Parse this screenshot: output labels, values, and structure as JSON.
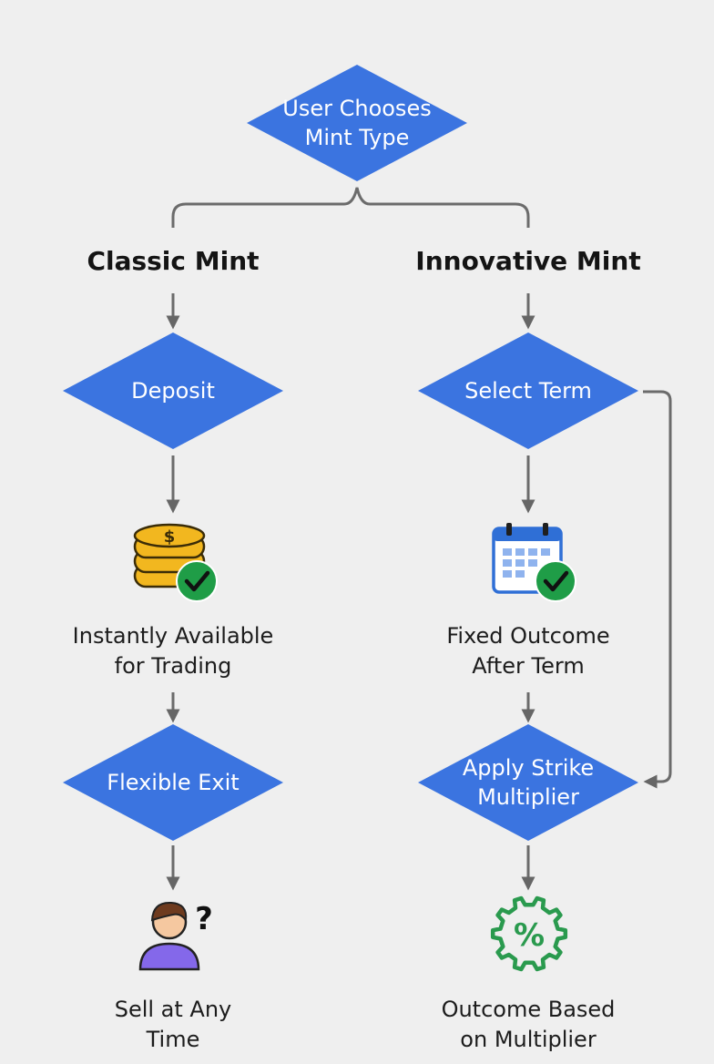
{
  "root": {
    "label_line1": "User Chooses",
    "label_line2": "Mint Type"
  },
  "branches": {
    "classic": {
      "title": "Classic Mint",
      "step1": "Deposit",
      "result1_line1": "Instantly Available",
      "result1_line2": "for Trading",
      "step2": "Flexible Exit",
      "result2_line1": "Sell at Any",
      "result2_line2": "Time"
    },
    "innovative": {
      "title": "Innovative Mint",
      "step1": "Select Term",
      "result1_line1": "Fixed Outcome",
      "result1_line2": "After Term",
      "step2_line1": "Apply Strike",
      "step2_line2": "Multiplier",
      "result2_line1": "Outcome Based",
      "result2_line2": "on Multiplier"
    }
  },
  "icons": {
    "coins": "coins-check-icon",
    "calendar": "calendar-check-icon",
    "person": "person-question-icon",
    "percent": "percent-gear-icon",
    "coin_symbol": "$",
    "question_symbol": "?",
    "percent_symbol": "%"
  },
  "colors": {
    "diamond": "#3b74e0",
    "connector": "#6b6b6b",
    "coin": "#f2b71f",
    "check": "#1f9d47",
    "calendar": "#2f6fd6",
    "person": "#8468ea",
    "gear": "#2a9a4e"
  }
}
